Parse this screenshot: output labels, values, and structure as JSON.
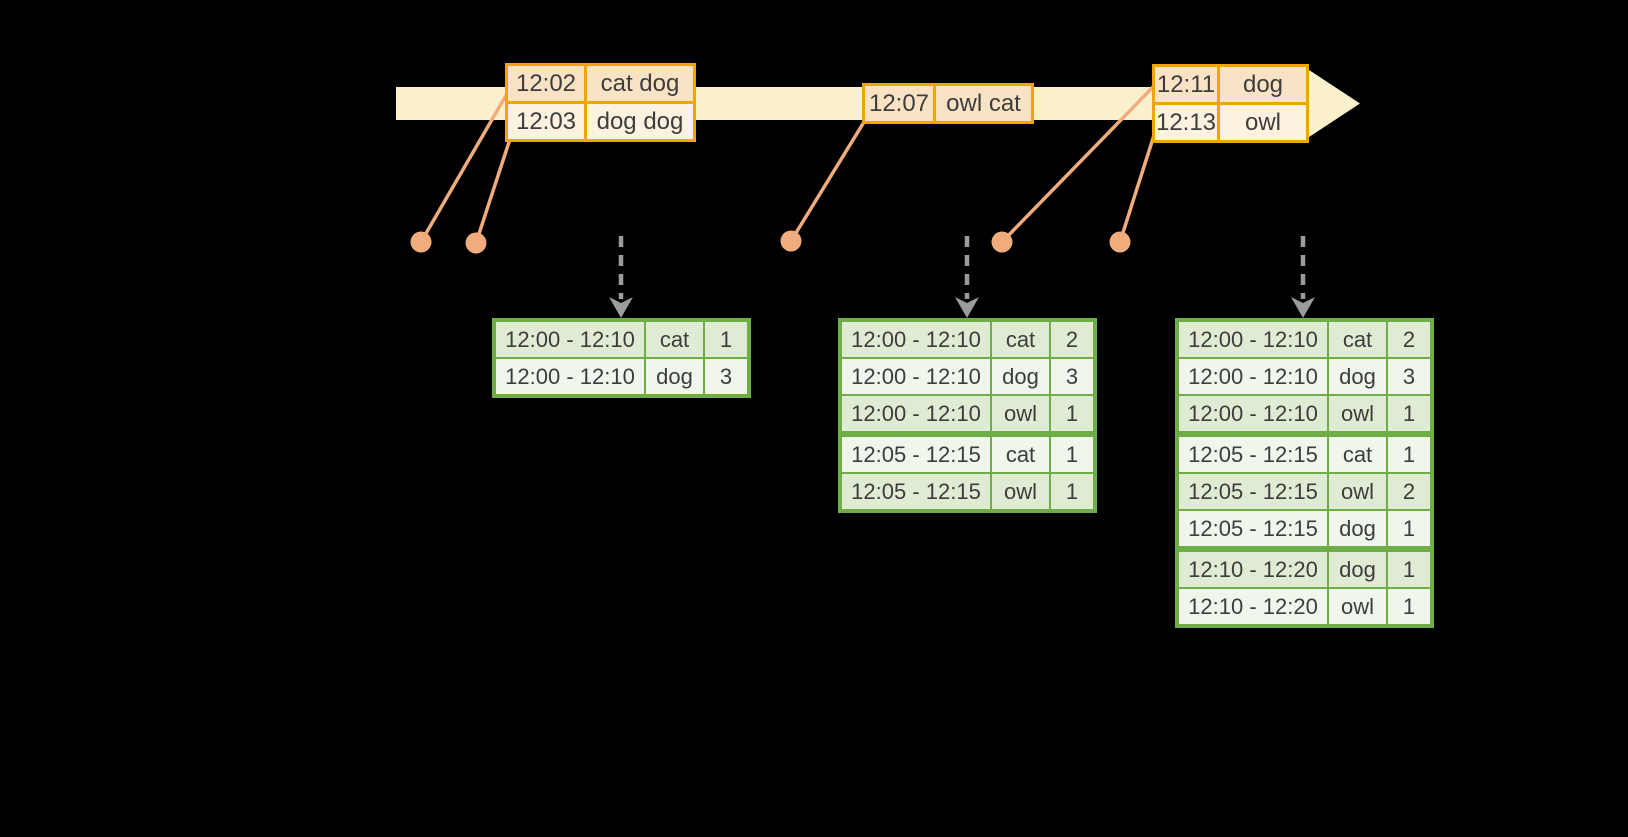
{
  "colors": {
    "background": "#000000",
    "timeline_band": "#faf0cb",
    "event_border": "#f0a500",
    "event_row_dark": "#fae3c4",
    "event_row_light": "#fdf2e0",
    "marker": "#f1ac7e",
    "result_border": "#6fad47",
    "result_row_dark": "#dfecd3",
    "result_row_light": "#f0f6eb",
    "arrow_gray": "#9c9c9c",
    "text": "#3d3d3d"
  },
  "icons": {
    "timeline_arrowhead": "right-arrow",
    "event_marker": "dot",
    "trigger_arrow": "dashed-down-arrow"
  },
  "timeline": {
    "event_tables": [
      {
        "rows": [
          {
            "time": "12:02",
            "words": "cat dog"
          },
          {
            "time": "12:03",
            "words": "dog dog"
          }
        ]
      },
      {
        "rows": [
          {
            "time": "12:07",
            "words": "owl cat"
          }
        ]
      },
      {
        "rows": [
          {
            "time": "12:11",
            "words": "dog"
          },
          {
            "time": "12:13",
            "words": "owl"
          }
        ]
      }
    ]
  },
  "result_tables": [
    {
      "rows": [
        {
          "window": "12:00 - 12:10",
          "word": "cat",
          "count": "1"
        },
        {
          "window": "12:00 - 12:10",
          "word": "dog",
          "count": "3"
        }
      ]
    },
    {
      "rows": [
        {
          "window": "12:00 - 12:10",
          "word": "cat",
          "count": "2"
        },
        {
          "window": "12:00 - 12:10",
          "word": "dog",
          "count": "3"
        },
        {
          "window": "12:00 - 12:10",
          "word": "owl",
          "count": "1"
        },
        {
          "window": "12:05 - 12:15",
          "word": "cat",
          "count": "1"
        },
        {
          "window": "12:05 - 12:15",
          "word": "owl",
          "count": "1"
        }
      ]
    },
    {
      "rows": [
        {
          "window": "12:00 - 12:10",
          "word": "cat",
          "count": "2"
        },
        {
          "window": "12:00 - 12:10",
          "word": "dog",
          "count": "3"
        },
        {
          "window": "12:00 - 12:10",
          "word": "owl",
          "count": "1"
        },
        {
          "window": "12:05 - 12:15",
          "word": "cat",
          "count": "1"
        },
        {
          "window": "12:05 - 12:15",
          "word": "owl",
          "count": "2"
        },
        {
          "window": "12:05 - 12:15",
          "word": "dog",
          "count": "1"
        },
        {
          "window": "12:10 - 12:20",
          "word": "dog",
          "count": "1"
        },
        {
          "window": "12:10 - 12:20",
          "word": "owl",
          "count": "1"
        }
      ]
    }
  ]
}
